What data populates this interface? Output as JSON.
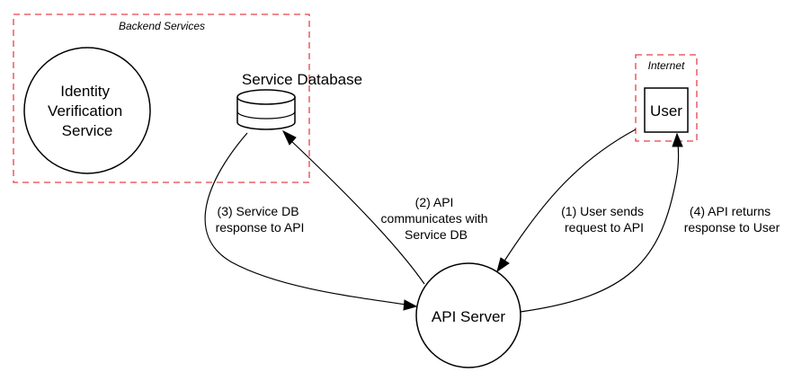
{
  "clusters": {
    "backend": {
      "label": "Backend Services"
    },
    "internet": {
      "label": "Internet"
    }
  },
  "nodes": {
    "identity_service": {
      "lines": [
        "Identity",
        "Verification",
        "Service"
      ]
    },
    "service_database": {
      "label": "Service Database"
    },
    "user": {
      "label": "User"
    },
    "api_server": {
      "label": "API Server"
    }
  },
  "edges": {
    "user_to_api": {
      "from": "User",
      "to": "API Server",
      "lines": [
        "(1) User sends",
        "request to API"
      ]
    },
    "api_to_db": {
      "from": "API Server",
      "to": "Service Database",
      "lines": [
        "(2) API",
        "communicates with",
        "Service DB"
      ]
    },
    "db_to_api": {
      "from": "Service Database",
      "to": "API Server",
      "lines": [
        "(3) Service DB",
        "response to API"
      ]
    },
    "api_to_user": {
      "from": "API Server",
      "to": "User",
      "lines": [
        "(4) API returns",
        "response to User"
      ]
    }
  },
  "colors": {
    "cluster_border": "#e8414b",
    "stroke": "#000000",
    "background": "#ffffff"
  }
}
